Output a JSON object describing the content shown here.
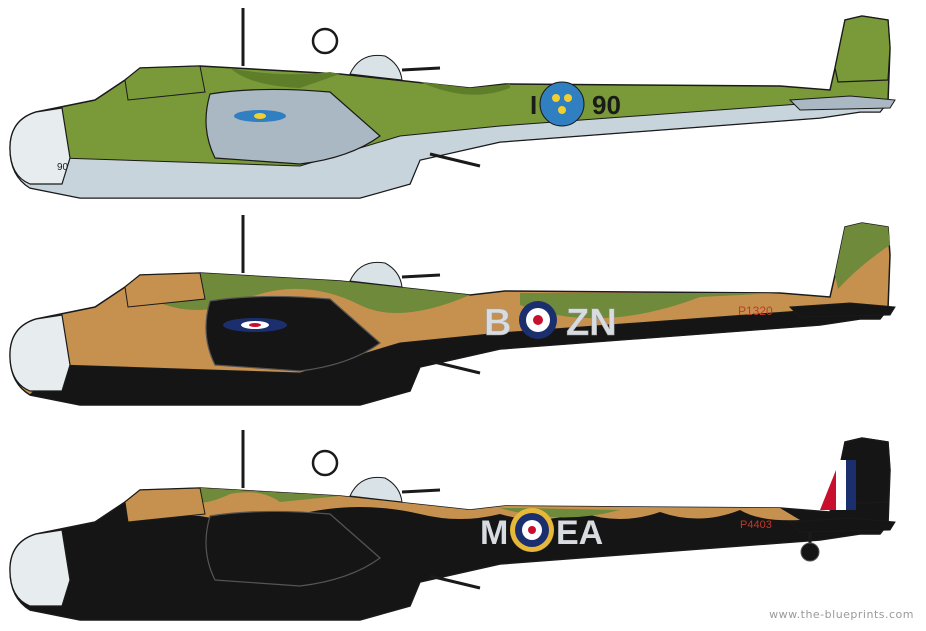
{
  "watermark": "www.the-blueprints.com",
  "colors": {
    "olive": "#7a9a3a",
    "olive_dark": "#5f7e2a",
    "sky_light": "#c8d4dc",
    "sky_blue": "#aab8c4",
    "tan": "#c6914e",
    "tan_dark": "#b07d3e",
    "green_rf": "#6f8a3a",
    "night": "#151515",
    "outline": "#1a1a1a",
    "swedish_blue": "#2f7fc1",
    "swedish_yellow": "#f1cf2e",
    "rr_blue": "#1b2f6e",
    "rr_red": "#c8102e",
    "rr_white": "#ffffff",
    "rr_yellow": "#e7b73a",
    "code_grey": "#d8dce0",
    "serial_red": "#c0392b"
  },
  "aircraft": [
    {
      "scheme": "swedish",
      "nose_number": "90",
      "codes_left": "I",
      "codes_right": "90",
      "serial": ""
    },
    {
      "scheme": "raf_day",
      "codes_left": "B",
      "codes_right": "ZN",
      "serial": "P1320"
    },
    {
      "scheme": "raf_night",
      "codes_left": "M",
      "codes_right": "EA",
      "serial": "P4403"
    }
  ]
}
